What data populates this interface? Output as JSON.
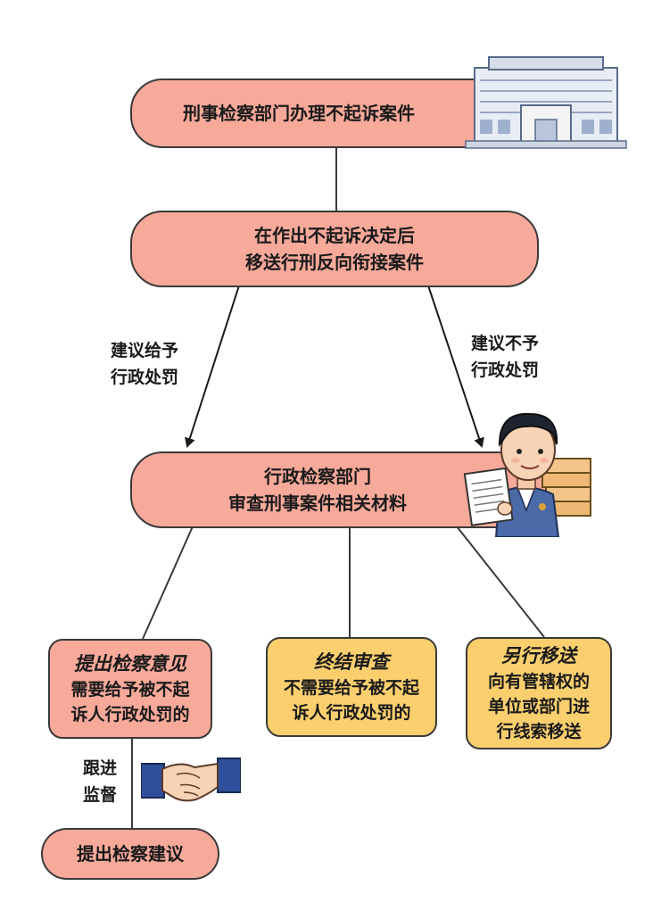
{
  "nodes": {
    "start": "刑事检察部门办理不起诉案件",
    "transfer_l1": "在作出不起诉决定后",
    "transfer_l2": "移送行刑反向衔接案件",
    "review_l1": "行政检察部门",
    "review_l2": "审查刑事案件相关材料",
    "opinion_title": "提出检察意见",
    "opinion_l1": "需要给予被不起",
    "opinion_l2": "诉人行政处罚的",
    "end_title": "终结审查",
    "end_l1": "不需要给予被不起",
    "end_l2": "诉人行政处罚的",
    "other_title": "另行移送",
    "other_l1": "向有管辖权的",
    "other_l2": "单位或部门进",
    "other_l3": "行线索移送",
    "suggestion": "提出检察建议"
  },
  "edge_labels": {
    "left_l1": "建议给予",
    "left_l2": "行政处罚",
    "right_l1": "建议不予",
    "right_l2": "行政处罚",
    "follow_l1": "跟进",
    "follow_l2": "监督"
  },
  "colors": {
    "pink": "#f7a99a",
    "orange": "#fbcf6e",
    "line": "#3a3a3a"
  },
  "icons": [
    "building-illustration",
    "prosecutor-illustration",
    "handshake-illustration"
  ]
}
